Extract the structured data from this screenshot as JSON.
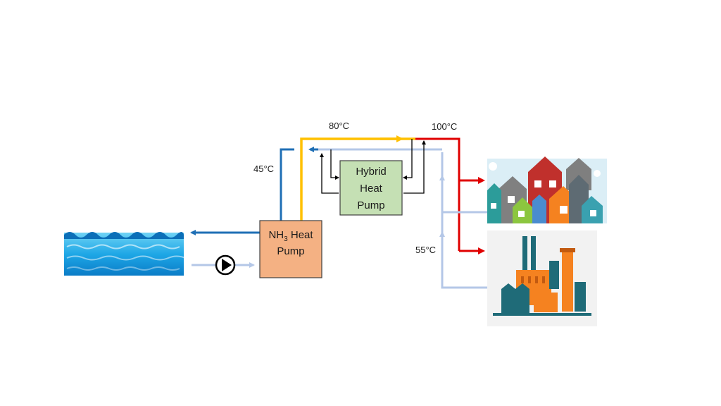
{
  "labels": {
    "temp_80": "80°C",
    "temp_100": "100°C",
    "temp_45": "45°C",
    "temp_55": "55°C"
  },
  "nh3_heat_pump": {
    "line1_prefix": "NH",
    "line1_sub": "3",
    "line1_suffix": " Heat",
    "line2": "Pump"
  },
  "hybrid_heat_pump": {
    "line1": "Hybrid",
    "line2": "Heat",
    "line3": "Pump"
  },
  "icons": {
    "water": "sea-water-icon",
    "pump": "circulation-pump-icon",
    "houses": "residential-houses-icon",
    "factory": "industrial-factory-icon"
  },
  "colors": {
    "cold_return": "#1f6fb5",
    "light_return": "#b4c7e7",
    "hot_80": "#ffc000",
    "hot_100": "#e00000",
    "nh3_box": "#f4b183",
    "hybrid_box": "#c5e0b4"
  }
}
